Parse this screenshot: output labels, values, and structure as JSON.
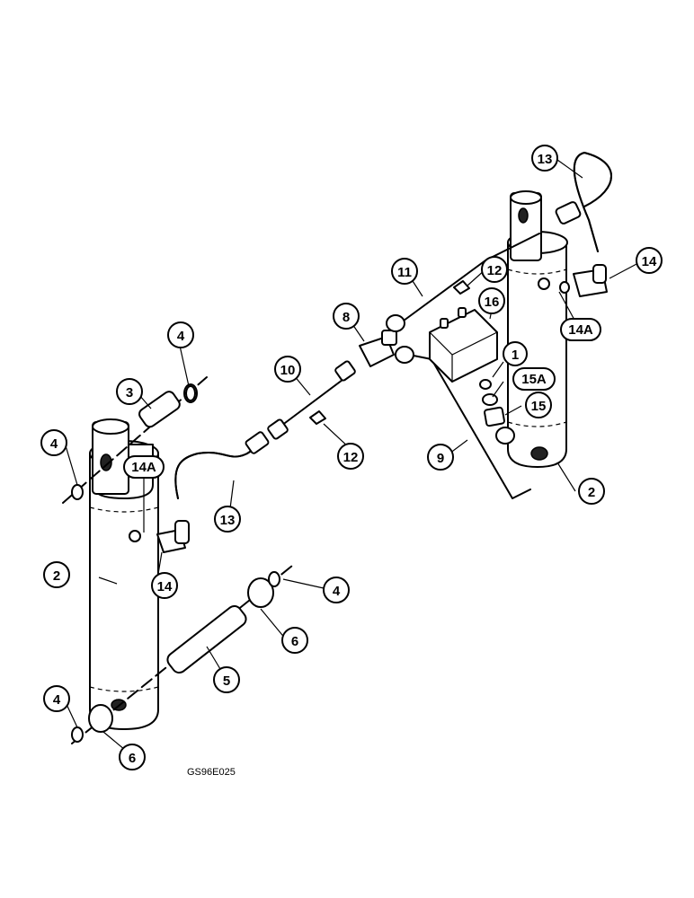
{
  "figure": {
    "code": "GS96E025"
  },
  "callouts": [
    {
      "id": "c1",
      "label": "1"
    },
    {
      "id": "c2a",
      "label": "2"
    },
    {
      "id": "c2b",
      "label": "2"
    },
    {
      "id": "c3",
      "label": "3"
    },
    {
      "id": "c4a",
      "label": "4"
    },
    {
      "id": "c4b",
      "label": "4"
    },
    {
      "id": "c4c",
      "label": "4"
    },
    {
      "id": "c4d",
      "label": "4"
    },
    {
      "id": "c5",
      "label": "5"
    },
    {
      "id": "c6a",
      "label": "6"
    },
    {
      "id": "c6b",
      "label": "6"
    },
    {
      "id": "c8",
      "label": "8"
    },
    {
      "id": "c9",
      "label": "9"
    },
    {
      "id": "c10",
      "label": "10"
    },
    {
      "id": "c11",
      "label": "11"
    },
    {
      "id": "c12a",
      "label": "12"
    },
    {
      "id": "c12b",
      "label": "12"
    },
    {
      "id": "c13a",
      "label": "13"
    },
    {
      "id": "c13b",
      "label": "13"
    },
    {
      "id": "c14a",
      "label": "14"
    },
    {
      "id": "c14b",
      "label": "14"
    },
    {
      "id": "c14Aa",
      "label": "14A"
    },
    {
      "id": "c14Ab",
      "label": "14A"
    },
    {
      "id": "c15",
      "label": "15"
    },
    {
      "id": "c15A",
      "label": "15A"
    },
    {
      "id": "c16",
      "label": "16"
    }
  ]
}
